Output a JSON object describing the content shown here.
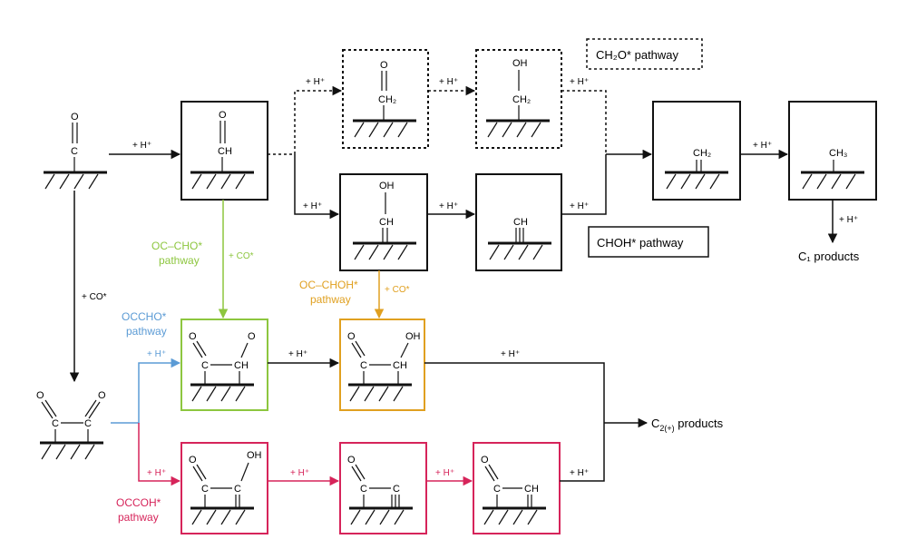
{
  "labels": {
    "ch2o_pathway": "CH₂O* pathway",
    "choh_pathway": "CHOH* pathway",
    "occho_pathway_a": "OCCHO*",
    "occho_pathway_b": "pathway",
    "oc_cho_pathway_a": "OC–CHO*",
    "oc_cho_pathway_b": "pathway",
    "oc_choh_pathway_a": "OC–CHOH*",
    "oc_choh_pathway_b": "pathway",
    "occoh_pathway_a": "OCCOH*",
    "occoh_pathway_b": "pathway",
    "c1_products": "C₁ products",
    "c2_products_main": "C",
    "c2_products_sub": "2(+)",
    "c2_products_tail": " products"
  },
  "steps": {
    "h": "+ H⁺",
    "co": "+ CO*",
    "co_plain": "+ CO*"
  },
  "atoms": {
    "O": "O",
    "C": "C",
    "CH": "CH",
    "CH2": "CH₂",
    "CH3": "CH₃",
    "OH": "OH"
  },
  "colors": {
    "black": "#111111",
    "green": "#8dc63f",
    "orange": "#e0a020",
    "blue": "#5b9bd5",
    "pink": "#d6245a"
  }
}
